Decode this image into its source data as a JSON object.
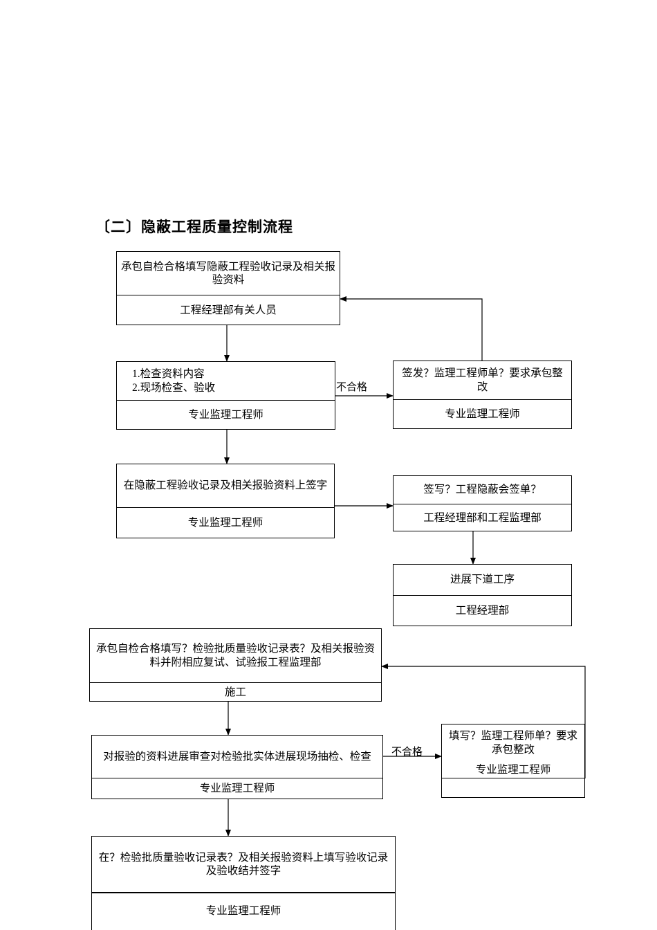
{
  "title": "〔二〕隐蔽工程质量控制流程",
  "labels": {
    "reject1": "不合格",
    "reject2": "不合格"
  },
  "boxes": {
    "b1": {
      "top": "承包自检合格填写隐蔽工程验收记录及相关报验资料",
      "bottom": "工程经理部有关人员"
    },
    "b2": {
      "top_line1": "1.检查资料内容",
      "top_line2": "2.现场检查、验收",
      "bottom": "专业监理工程师"
    },
    "b3": {
      "top": "签发？监理工程师单？要求承包整改",
      "bottom": "专业监理工程师"
    },
    "b4": {
      "top": "在隐蔽工程验收记录及相关报验资料上签字",
      "bottom": "专业监理工程师"
    },
    "b5": {
      "top": "签写？工程隐蔽会签单？",
      "bottom": "工程经理部和工程监理部"
    },
    "b6": {
      "top": "进展下道工序",
      "bottom": "工程经理部"
    },
    "b7": {
      "top": "承包自检合格填写？检验批质量验收记录表？及相关报验资料并附相应复试、试验报工程监理部",
      "bottom": "施工"
    },
    "b8": {
      "top": "对报验的资料进展审查对检验批实体进展现场抽检、检查",
      "bottom": "专业监理工程师"
    },
    "b9": {
      "top": "填写？监理工程师单？要求承包整改",
      "bottom": "专业监理工程师"
    },
    "b10": {
      "top": "在？检验批质量验收记录表？及相关报验资料上填写验收记录及验收结并签字",
      "bottom": "专业监理工程师"
    }
  }
}
